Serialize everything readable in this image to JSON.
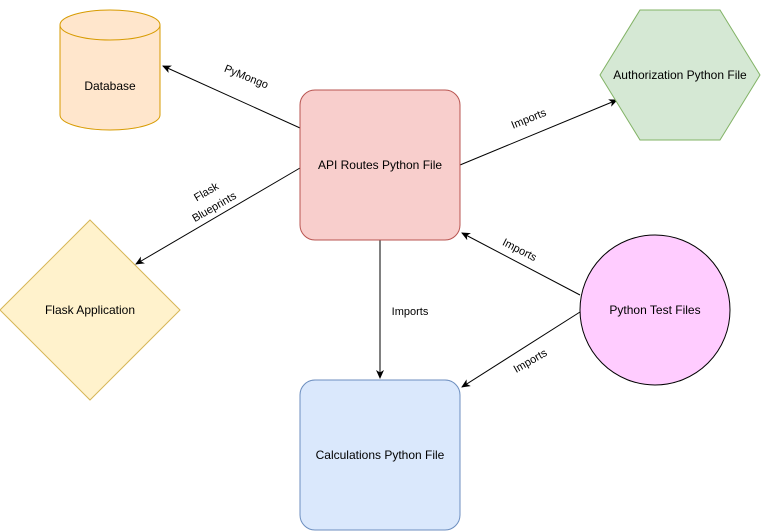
{
  "diagram": {
    "nodes": {
      "database": {
        "label": "Database",
        "shape": "cylinder",
        "fill": "#ffe6cc",
        "stroke": "#d79b00"
      },
      "api_routes": {
        "label": "API Routes Python File",
        "shape": "rounded-rect",
        "fill": "#f8cecc",
        "stroke": "#b85450"
      },
      "authorization": {
        "label": "Authorization Python File",
        "shape": "hexagon",
        "fill": "#d5e8d4",
        "stroke": "#82b366"
      },
      "flask_app": {
        "label": "Flask Application",
        "shape": "diamond",
        "fill": "#fff2cc",
        "stroke": "#d6b656"
      },
      "python_tests": {
        "label": "Python Test Files",
        "shape": "circle",
        "fill": "#ffccff",
        "stroke": "#000000"
      },
      "calculations": {
        "label": "Calculations Python File",
        "shape": "rounded-rect",
        "fill": "#dae8fc",
        "stroke": "#6c8ebf"
      }
    },
    "edges": {
      "api_to_db": {
        "label": "PyMongo",
        "from": "API Routes Python File",
        "to": "Database"
      },
      "api_to_auth": {
        "label": "Imports",
        "from": "API Routes Python File",
        "to": "Authorization Python File"
      },
      "api_to_flask": {
        "label_line1": "Flask",
        "label_line2": "Blueprints",
        "from": "API Routes Python File",
        "to": "Flask Application"
      },
      "api_to_calc": {
        "label": "Imports",
        "from": "API Routes Python File",
        "to": "Calculations Python File"
      },
      "tests_to_api": {
        "label": "Imports",
        "from": "Python Test Files",
        "to": "API Routes Python File"
      },
      "tests_to_calc": {
        "label": "Imports",
        "from": "Python Test Files",
        "to": "Calculations Python File"
      }
    }
  }
}
